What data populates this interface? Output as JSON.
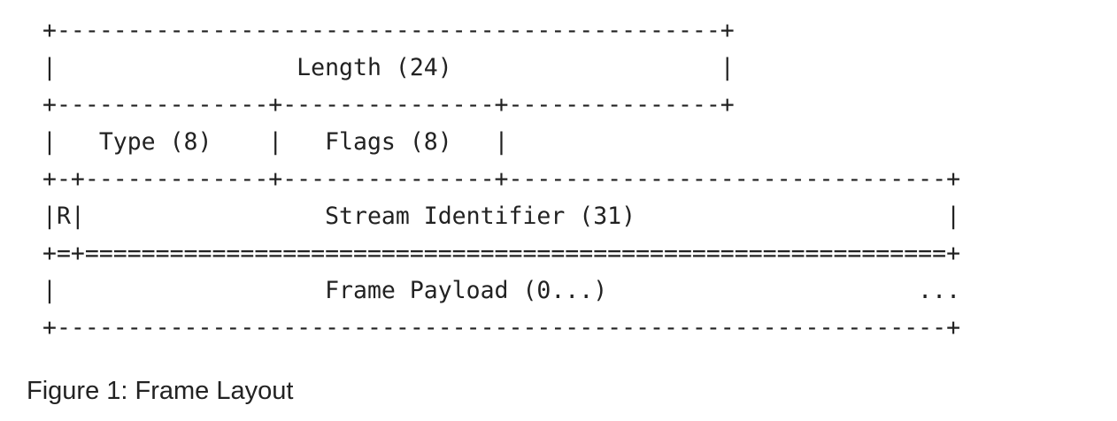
{
  "figure": {
    "artwork_lines": [
      "+-----------------------------------------------+",
      "|                 Length (24)                   |",
      "+---------------+---------------+---------------+",
      "|   Type (8)    |   Flags (8)   |",
      "+-+-------------+---------------+-------------------------------+",
      "|R|                 Stream Identifier (31)                      |",
      "+=+=============================================================+",
      "|                   Frame Payload (0...)                      ...",
      "+---------------------------------------------------------------+"
    ],
    "caption": "Figure 1: Frame Layout"
  }
}
